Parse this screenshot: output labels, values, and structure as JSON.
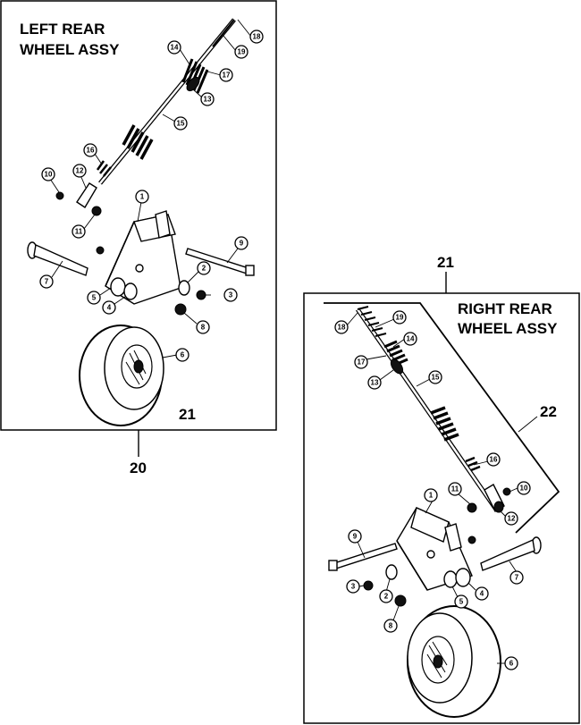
{
  "left_panel": {
    "title_line1": "LEFT REAR",
    "title_line2": "WHEEL ASSY",
    "assembly_ref": "21",
    "panel_ref": "20",
    "callouts": {
      "c18": "18",
      "c19": "19",
      "c14": "14",
      "c17": "17",
      "c13": "13",
      "c15": "15",
      "c16": "16",
      "c10": "10",
      "c12": "12",
      "c11": "11",
      "c1": "1",
      "c9": "9",
      "c7": "7",
      "c2": "2",
      "c5": "5",
      "c4": "4",
      "c3": "3",
      "c8": "8",
      "c6": "6"
    }
  },
  "right_panel": {
    "title_line1": "RIGHT REAR",
    "title_line2": "WHEEL ASSY",
    "assembly_ref": "21",
    "bracket_ref": "22",
    "callouts": {
      "c18": "18",
      "c19": "19",
      "c14": "14",
      "c17": "17",
      "c13": "13",
      "c15": "15",
      "c16": "16",
      "c11": "11",
      "c10": "10",
      "c12": "12",
      "c1": "1",
      "c9": "9",
      "c7": "7",
      "c5": "5",
      "c3": "3",
      "c4": "4",
      "c2": "2",
      "c8": "8",
      "c6": "6"
    }
  }
}
